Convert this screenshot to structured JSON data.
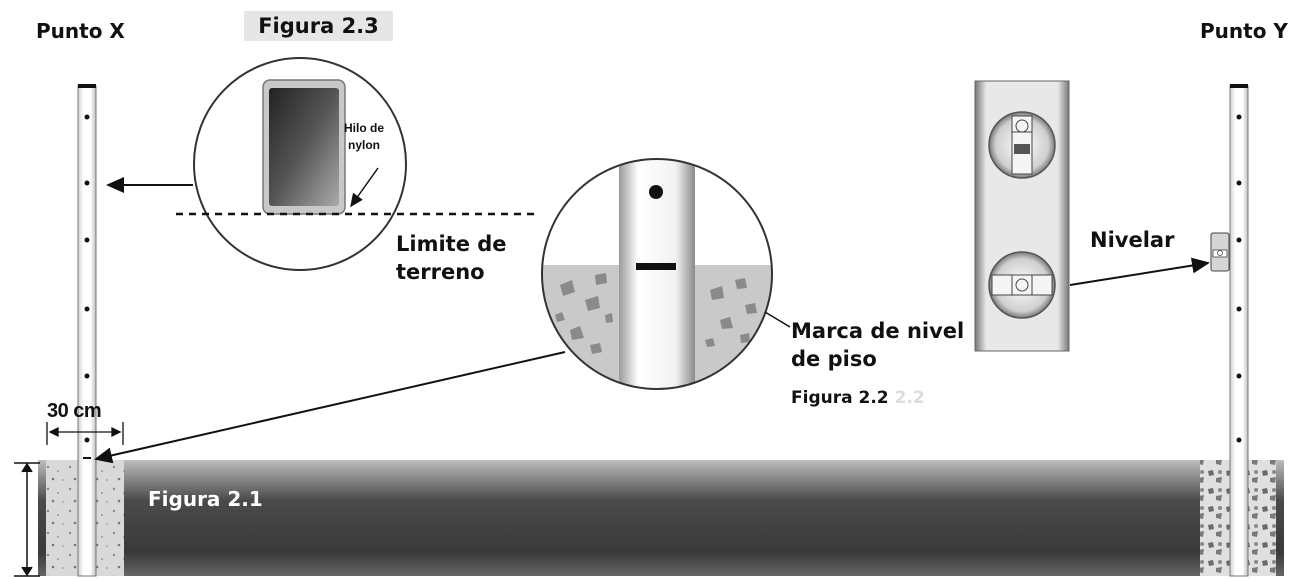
{
  "labels": {
    "punto_x": "Punto X",
    "punto_y": "Punto Y",
    "figura_2_3": "Figura 2.3",
    "hilo_line1": "Hilo de",
    "hilo_line2": "nylon",
    "limite": "Limite de terreno",
    "marca": "Marca de nivel de piso",
    "figura_2_2": "Figura 2.2",
    "figura_2_2_ghost": "2.2",
    "nivelar": "Nivelar",
    "width_30cm": "30 cm",
    "figura_2_1": "Figura 2.1"
  },
  "colors": {
    "ground_dark": "#3a3a3a",
    "ground_light": "#d8d8d8",
    "caption_bg": "#e6e6e6"
  },
  "icons": [
    "arrow-left-icon",
    "arrow-icon",
    "nylon-string-dashed-line",
    "leveler-icon"
  ]
}
